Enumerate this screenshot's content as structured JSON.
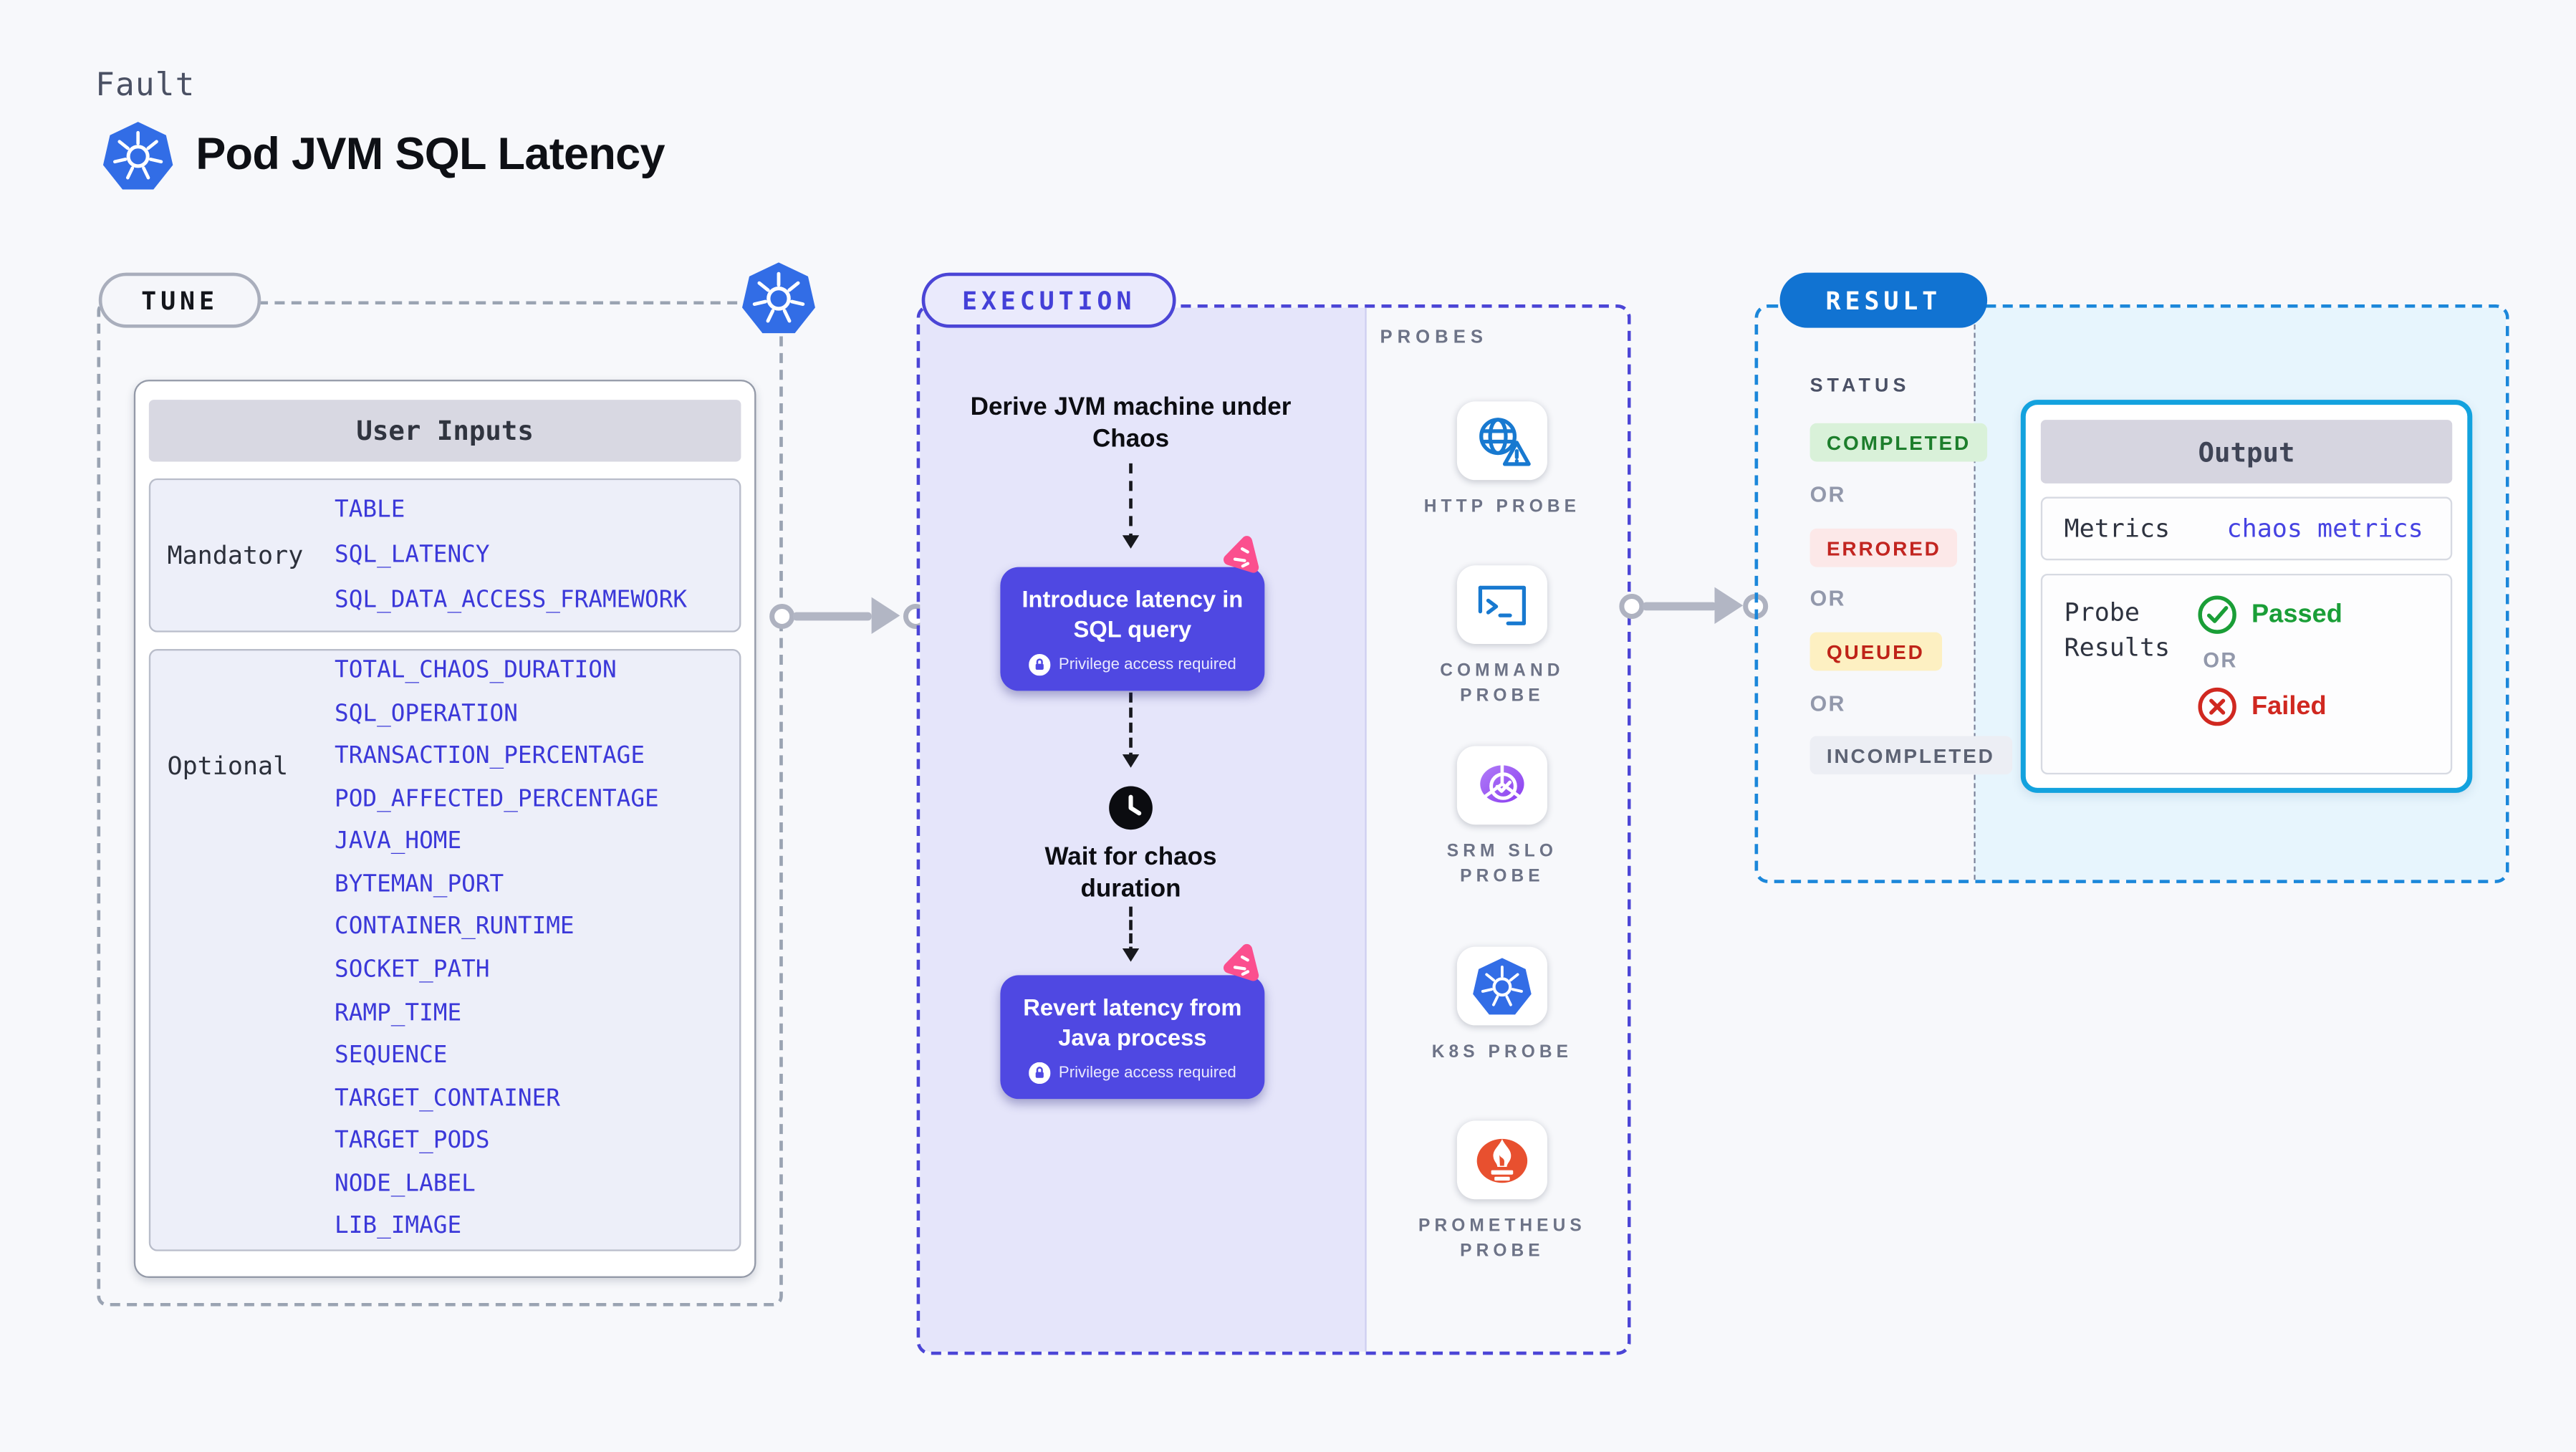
{
  "header": {
    "eyebrow": "Fault",
    "title": "Pod JVM SQL Latency"
  },
  "tune": {
    "badge": "TUNE",
    "user_inputs_title": "User Inputs",
    "mandatory_label": "Mandatory",
    "mandatory_items": [
      "TABLE",
      "SQL_LATENCY",
      "SQL_DATA_ACCESS_FRAMEWORK"
    ],
    "optional_label": "Optional",
    "optional_items": [
      "TOTAL_CHAOS_DURATION",
      "SQL_OPERATION",
      "TRANSACTION_PERCENTAGE",
      "POD_AFFECTED_PERCENTAGE",
      "JAVA_HOME",
      "BYTEMAN_PORT",
      "CONTAINER_RUNTIME",
      "SOCKET_PATH",
      "RAMP_TIME",
      "SEQUENCE",
      "TARGET_CONTAINER",
      "TARGET_PODS",
      "NODE_LABEL",
      "LIB_IMAGE"
    ]
  },
  "execution": {
    "badge": "EXECUTION",
    "step_derive": "Derive JVM machine under Chaos",
    "step_introduce": "Introduce latency in SQL query",
    "step_wait": "Wait for chaos duration",
    "step_revert": "Revert latency from Java process",
    "privilege_note": "Privilege access required"
  },
  "probes": {
    "label": "PROBES",
    "items": [
      {
        "name": "HTTP PROBE",
        "icon": "http-probe-icon"
      },
      {
        "name": "COMMAND PROBE",
        "icon": "command-probe-icon"
      },
      {
        "name": "SRM SLO PROBE",
        "icon": "srm-slo-probe-icon"
      },
      {
        "name": "K8S PROBE",
        "icon": "k8s-probe-icon"
      },
      {
        "name": "PROMETHEUS PROBE",
        "icon": "prometheus-probe-icon"
      }
    ]
  },
  "result": {
    "badge": "RESULT",
    "status_label": "STATUS",
    "or_label": "OR",
    "statuses": [
      "COMPLETED",
      "ERRORED",
      "QUEUED",
      "INCOMPLETED"
    ],
    "output": {
      "title": "Output",
      "metrics_label": "Metrics",
      "metrics_value": "chaos metrics",
      "probe_results_label": "Probe Results",
      "or_label": "OR",
      "passed_label": "Passed",
      "failed_label": "Failed"
    }
  },
  "colors": {
    "page_bg": "#f7f8fb",
    "indigo_border": "#4b45d6",
    "indigo_card": "#4f48e2",
    "lavender_fill": "#e5e5fa",
    "tune_dash": "#9aa3b2",
    "result_dash": "#1b87da",
    "result_pill": "#1173d2",
    "result_fill": "#e7f5fd",
    "output_border": "#13a2de",
    "variable_blue": "#3b38d9",
    "pink_accent": "#fb4f8e",
    "passed_green": "#1a9e37",
    "failed_red": "#d02820",
    "completed_bg": "#d9f1d9",
    "completed_fg": "#1d7e2c",
    "errored_bg": "#fce8e8",
    "errored_fg": "#c22520",
    "queued_bg": "#fdf0c2",
    "queued_fg": "#bf2318",
    "incompleted_bg": "#eceef4",
    "incompleted_fg": "#5c6273",
    "kubernetes_blue": "#326de6",
    "probe_icon_blue": "#1879d0",
    "prometheus_orange": "#e8502f",
    "srm_purple": "#8b3ef0"
  }
}
